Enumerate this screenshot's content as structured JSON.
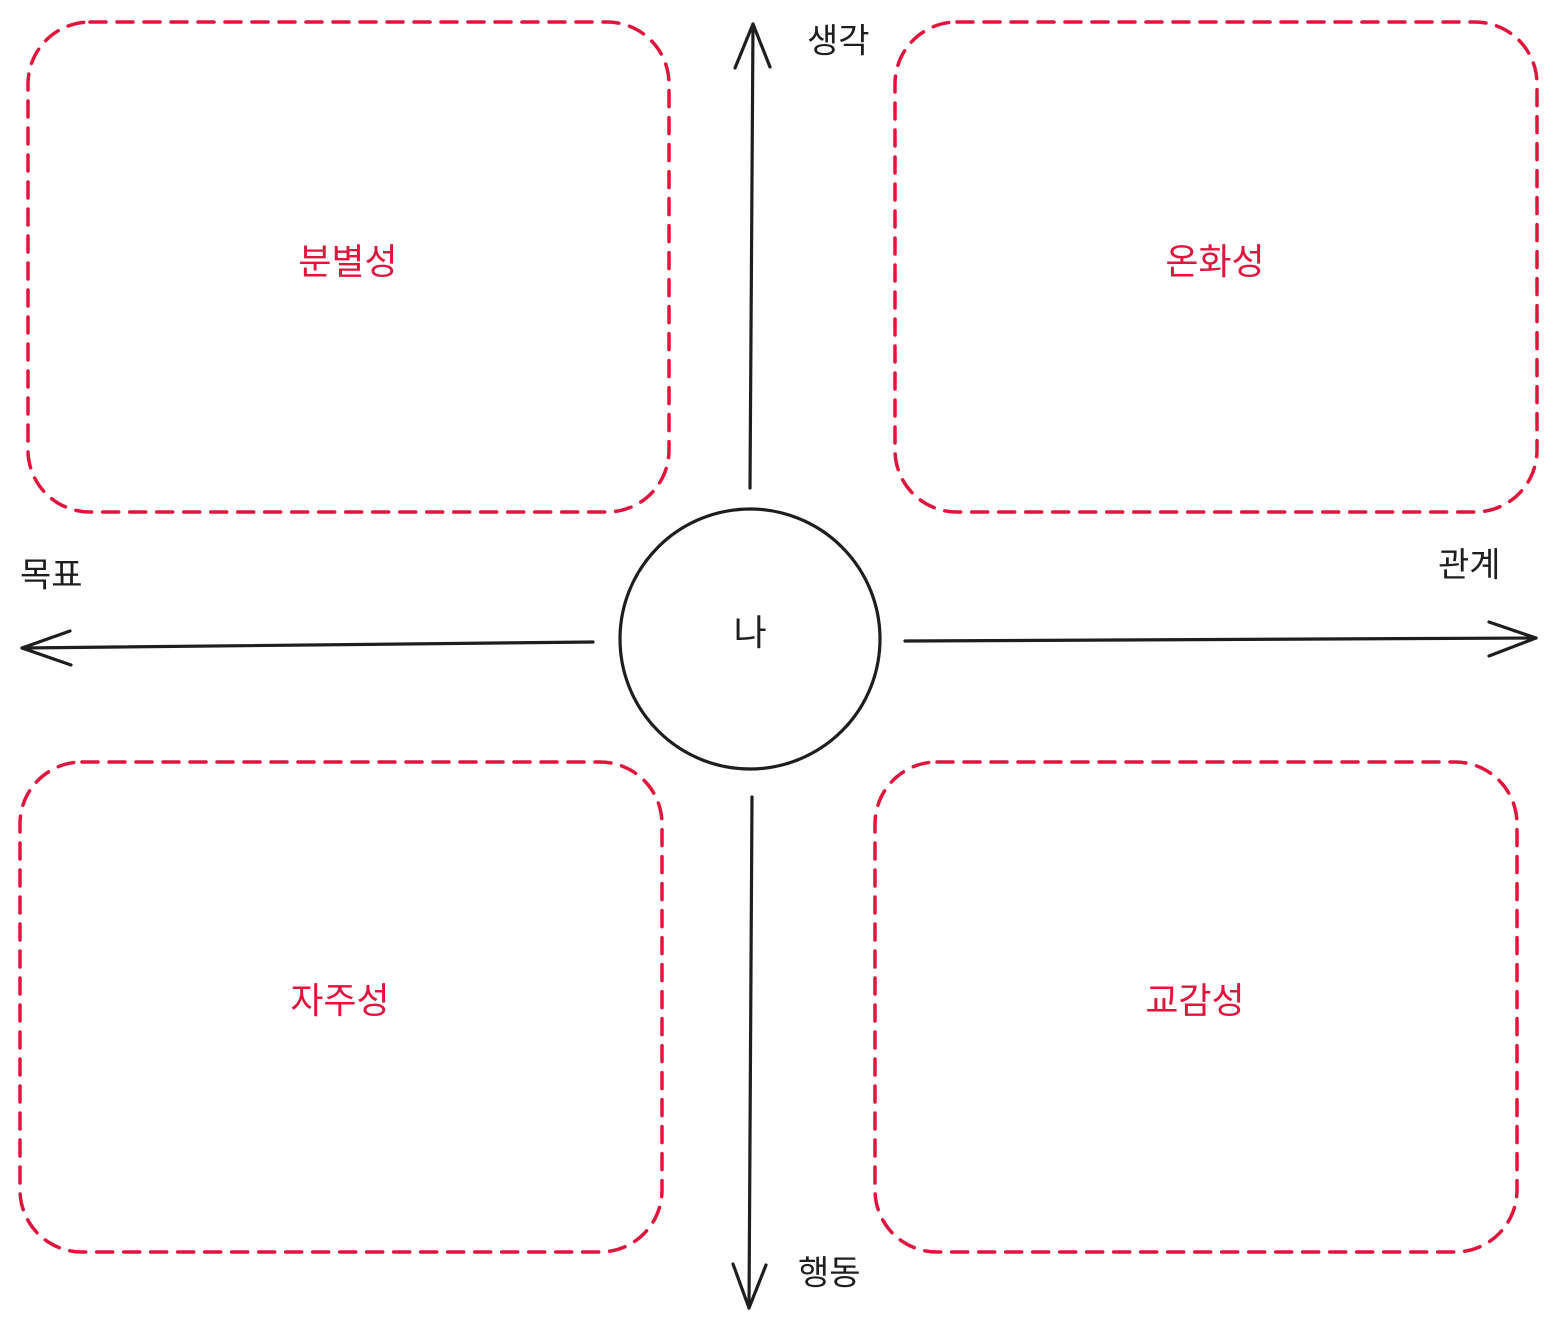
{
  "center": {
    "label": "나"
  },
  "axes": {
    "up": "생각",
    "down": "행동",
    "left": "목표",
    "right": "관계"
  },
  "quadrants": {
    "top_left": "분별성",
    "top_right": "온화성",
    "bottom_left": "자주성",
    "bottom_right": "교감성"
  },
  "colors": {
    "quadrant": "#e0153e",
    "axis": "#1e1e1e"
  }
}
